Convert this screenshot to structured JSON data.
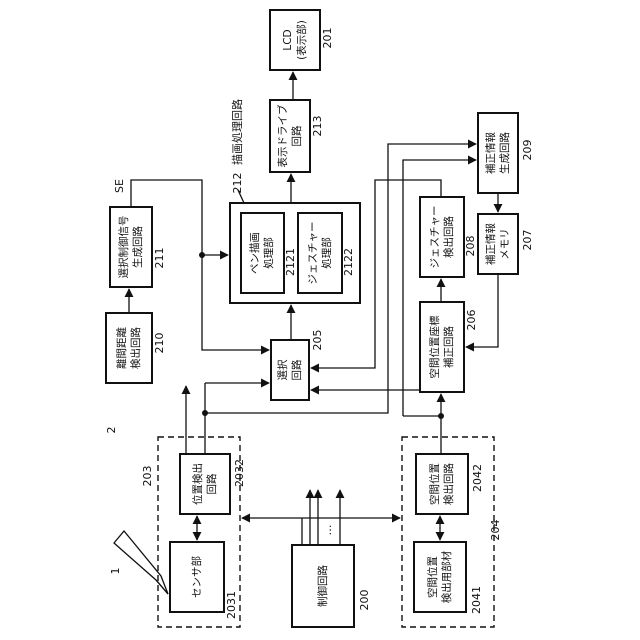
{
  "figure_number": "2",
  "pen_ref": "1",
  "signal_label": "SE",
  "dots": "…",
  "groups": {
    "pen_unit": {
      "ref": "203"
    },
    "spatial_unit": {
      "ref": "204"
    }
  },
  "blocks": {
    "sensor": {
      "lines": [
        "センサ部"
      ],
      "ref": "2031"
    },
    "position_detect": {
      "lines": [
        "位置検出",
        "回路"
      ],
      "ref": "2032"
    },
    "control": {
      "lines": [
        "制御回路"
      ],
      "ref": "200"
    },
    "spatial_member": {
      "lines": [
        "空間位置",
        "検出用部材"
      ],
      "ref": "2041"
    },
    "spatial_detect": {
      "lines": [
        "空間位置",
        "検出回路"
      ],
      "ref": "2042"
    },
    "separation_detect": {
      "lines": [
        "離間距離",
        "検出回路"
      ],
      "ref": "210"
    },
    "select_signal": {
      "lines": [
        "選択制御信号",
        "生成回路"
      ],
      "ref": "211"
    },
    "selector": {
      "lines": [
        "選択",
        "回路"
      ],
      "ref": "205"
    },
    "drawing": {
      "title": "描画処理回路",
      "ref": "212"
    },
    "pen_drawing": {
      "lines": [
        "ペン描画",
        "処理部"
      ],
      "ref": "2121"
    },
    "gesture_proc": {
      "lines": [
        "ジェスチャー",
        "処理部"
      ],
      "ref": "2122"
    },
    "display_drive": {
      "lines": [
        "表示ドライブ",
        "回路"
      ],
      "ref": "213"
    },
    "lcd": {
      "lines": [
        "LCD",
        "(表示部)"
      ],
      "ref": "201"
    },
    "coord_correct": {
      "lines": [
        "空間位置座標",
        "補正回路"
      ],
      "ref": "206"
    },
    "gesture_detect": {
      "lines": [
        "ジェスチャー",
        "検出回路"
      ],
      "ref": "208"
    },
    "corr_memory": {
      "lines": [
        "補正情報",
        "メモリ"
      ],
      "ref": "207"
    },
    "corr_gen": {
      "lines": [
        "補正情報",
        "生成回路"
      ],
      "ref": "209"
    }
  }
}
